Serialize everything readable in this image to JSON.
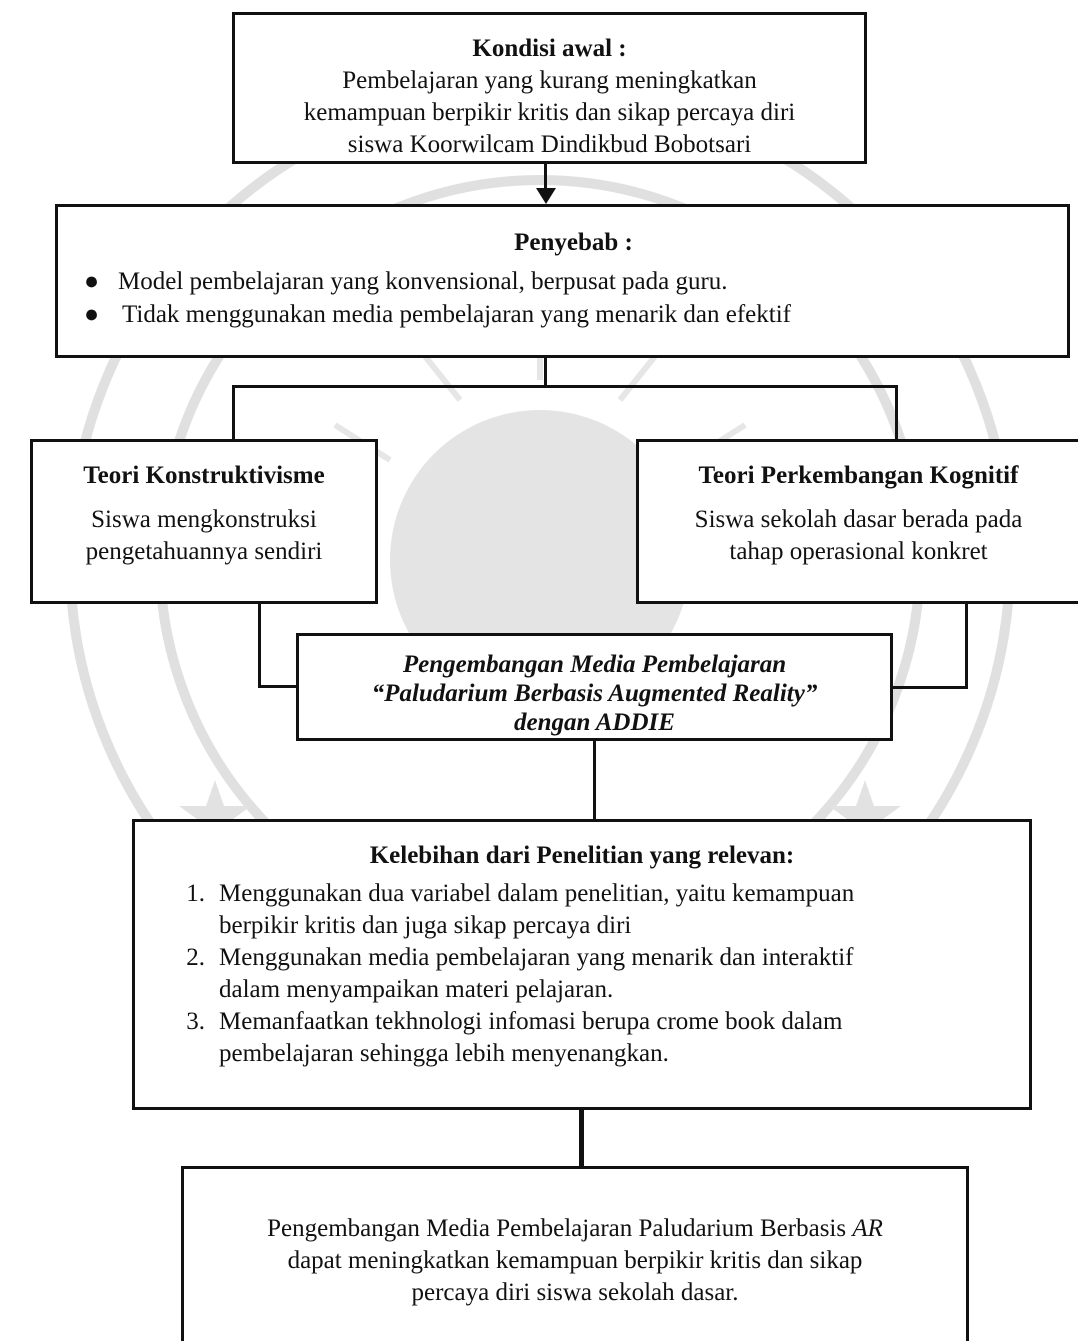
{
  "colors": {
    "line": "#111111",
    "watermark": "#d9d9d9"
  },
  "kondisi": {
    "title": "Kondisi awal :",
    "lines": [
      "Pembelajaran yang kurang meningkatkan",
      "kemampuan berpikir kritis dan sikap percaya diri",
      "siswa Koorwilcam Dindikbud Bobotsari"
    ]
  },
  "penyebab": {
    "title": "Penyebab :",
    "items": [
      "Model pembelajaran yang konvensional, berpusat pada guru.",
      "Tidak menggunakan media pembelajaran yang menarik dan efektif"
    ]
  },
  "teori_kiri": {
    "title": "Teori Konstruktivisme",
    "lines": [
      "Siswa mengkonstruksi",
      "pengetahuannya sendiri"
    ]
  },
  "teori_kanan": {
    "title": "Teori Perkembangan Kognitif",
    "lines": [
      "Siswa sekolah dasar berada pada",
      "tahap operasional konkret"
    ]
  },
  "pengembangan": {
    "lines": [
      "Pengembangan Media Pembelajaran",
      "“Paludarium Berbasis Augmented Reality”",
      "dengan ADDIE"
    ]
  },
  "kelebihan": {
    "title": "Kelebihan dari Penelitian yang relevan:",
    "items": [
      {
        "num": "1.",
        "lines": [
          "Menggunakan dua variabel dalam penelitian, yaitu kemampuan",
          "berpikir kritis dan juga sikap percaya diri"
        ]
      },
      {
        "num": "2.",
        "lines": [
          "Menggunakan media pembelajaran yang menarik dan interaktif",
          "dalam menyampaikan materi pelajaran."
        ]
      },
      {
        "num": "3.",
        "lines": [
          "Memanfaatkan tekhnologi infomasi berupa crome book dalam",
          "pembelajaran sehingga lebih menyenangkan."
        ]
      }
    ]
  },
  "hasil": {
    "line1_pre": "Pengembangan Media Pembelajaran Paludarium Berbasis ",
    "line1_italic": "AR",
    "line2": "dapat meningkatkan kemampuan berpikir kritis dan sikap",
    "line3": "percaya diri siswa sekolah dasar."
  }
}
